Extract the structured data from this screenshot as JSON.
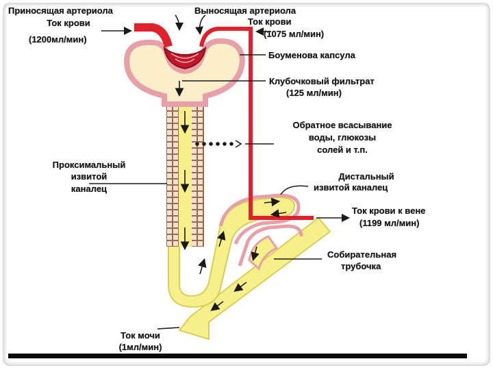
{
  "labels": {
    "afferent_title": "Приносящая артериола",
    "afferent_flow_label": "Ток крови",
    "afferent_flow_value": "(1200мл/мин)",
    "efferent_title": "Выносящая артериола",
    "efferent_flow_label": "Ток крови",
    "efferent_flow_value": "(1075 мл/мин)",
    "bowman_capsule": "Боуменова капсула",
    "filtrate_label": "Клубочковый фильтрат",
    "filtrate_value": "(125 мл/мин)",
    "reabsorption_line1": "Обратное всасывание",
    "reabsorption_line2": "воды, глюкозы",
    "reabsorption_line3": "солей и т.п.",
    "proximal_line1": "Проксимальный",
    "proximal_line2": "извитой",
    "proximal_line3": "каналец",
    "distal_line1": "Дистальный",
    "distal_line2": "извитой каналец",
    "vein_flow_label": "Ток крови к вене",
    "vein_flow_value": "(1199 мл/мин)",
    "collecting_line1": "Собирательная",
    "collecting_line2": "трубочка",
    "urine_flow_label": "Ток мочи",
    "urine_flow_value": "(1мл/мин)"
  },
  "colors": {
    "artery": "#e0202a",
    "filtrate": "#f7ef8a",
    "capsule_outer": "#e8a0a8",
    "capsule_fill": "#fbeeca",
    "tubule_wall": "#c89a80",
    "arrow": "#1a1a1a"
  }
}
